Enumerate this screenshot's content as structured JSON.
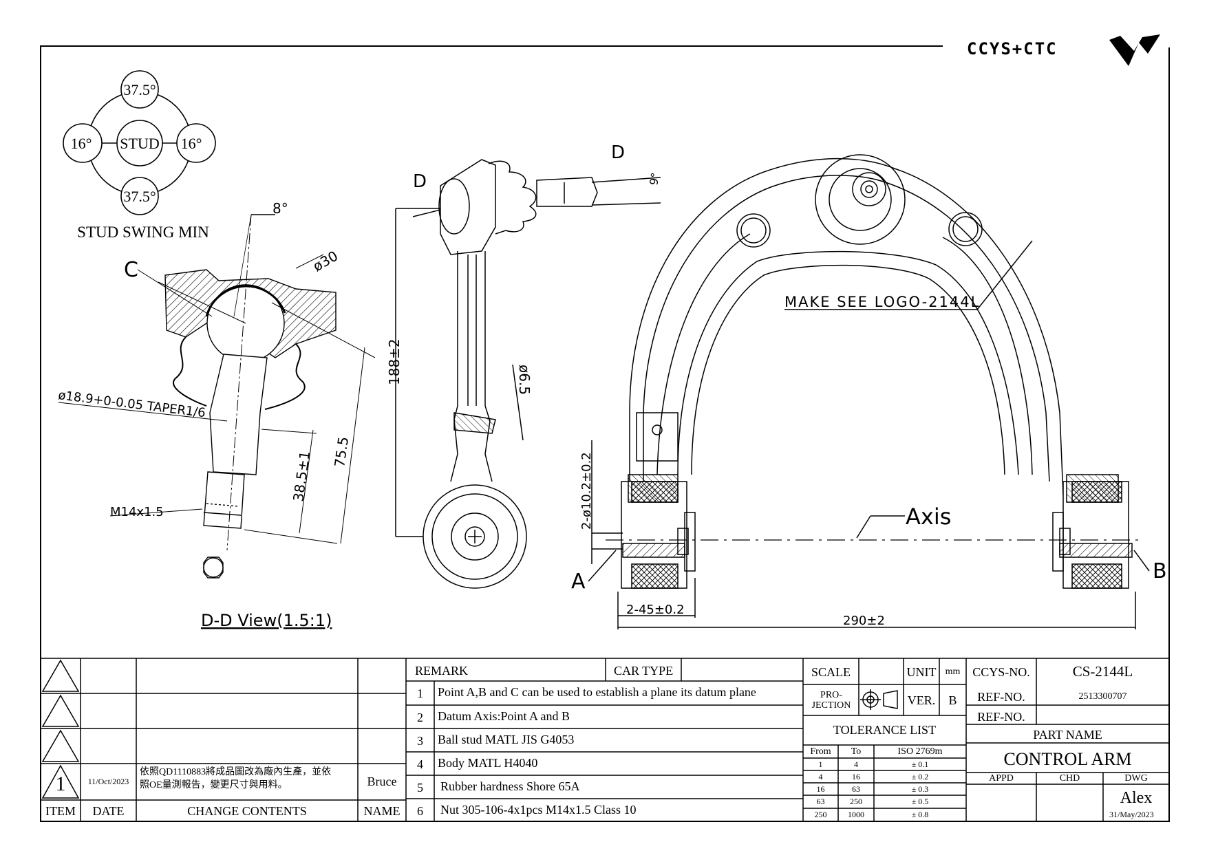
{
  "logo": {
    "text": "CCYS+CTC"
  },
  "stud_swing": {
    "title": "STUD SWING MIN",
    "top": "37.5°",
    "left": "16°",
    "center": "STUD",
    "right": "16°",
    "bottom": "37.5°"
  },
  "section_view": {
    "label_c": "C",
    "angle": "8°",
    "ball_dia": "ø30",
    "taper": "ø18.9+0-0.05 TAPER1/6",
    "thread": "M14x1.5",
    "dim_755": "75.5",
    "dim_385": "38.5±1",
    "title": "D-D View(1.5:1)"
  },
  "side_view": {
    "label_d1": "D",
    "label_d2": "D",
    "angle_9": "9°",
    "dim_188": "188±2",
    "dia_65": "ø6.5"
  },
  "front_view": {
    "note": "MAKE SEE LOGO-2144L",
    "axis": "Axis",
    "label_a": "A",
    "label_b": "B",
    "bush_dia": "2-ø10.2±0.2",
    "chamfer": "2-45±0.2",
    "overall": "290±2"
  },
  "revision_table": {
    "rows": [
      {
        "rev": "",
        "date": "",
        "content": "",
        "name": ""
      },
      {
        "rev": "",
        "date": "",
        "content": "",
        "name": ""
      },
      {
        "rev": "",
        "date": "",
        "content": "",
        "name": ""
      },
      {
        "rev": "1",
        "date": "11/Oct/2023",
        "content_line1": "依照QD1110883將成品圖改為廠內生產，並依",
        "content_line2": "照OE量測報告，變更尺寸與用料。",
        "name": "Bruce"
      }
    ],
    "headers": {
      "item": "ITEM",
      "date": "DATE",
      "change": "CHANGE CONTENTS",
      "name": "NAME"
    }
  },
  "remarks": {
    "header": "REMARK",
    "car_type": "CAR TYPE",
    "items": [
      {
        "no": "1",
        "text": "Point A,B and C can be used to establish a plane its datum plane"
      },
      {
        "no": "2",
        "text": "Datum Axis:Point A and B"
      },
      {
        "no": "3",
        "text": "Ball stud MATL JIS G4053"
      },
      {
        "no": "4",
        "text": "Body MATL H4040"
      },
      {
        "no": "5",
        "text": "Rubber hardness Shore  65A"
      },
      {
        "no": "6",
        "text": "Nut 305-106-4x1pcs M14x1.5 Class 10"
      }
    ]
  },
  "title_block": {
    "scale_label": "SCALE",
    "unit_label": "UNIT",
    "unit": "mm",
    "projection": "PRO-JECTION",
    "ver_label": "VER.",
    "ver": "B",
    "tolerance_title": "TOLERANCE LIST",
    "tol_headers": [
      "From",
      "To",
      "ISO 2769m"
    ],
    "tolerances": [
      [
        "1",
        "4",
        "± 0.1"
      ],
      [
        "4",
        "16",
        "± 0.2"
      ],
      [
        "16",
        "63",
        "± 0.3"
      ],
      [
        "63",
        "250",
        "± 0.5"
      ],
      [
        "250",
        "1000",
        "± 0.8"
      ]
    ],
    "ccys_no_label": "CCYS-NO.",
    "ccys_no": "CS-2144L",
    "ref_no_label": "REF-NO.",
    "ref_no": "2513300707",
    "ref_no2_label": "REF-NO.",
    "ref_no2": "",
    "part_name_label": "PART NAME",
    "part_name": "CONTROL ARM",
    "appd": "APPD",
    "chd": "CHD",
    "dwg": "DWG",
    "drawn_by": "Alex",
    "drawn_date": "31/May/2023"
  }
}
